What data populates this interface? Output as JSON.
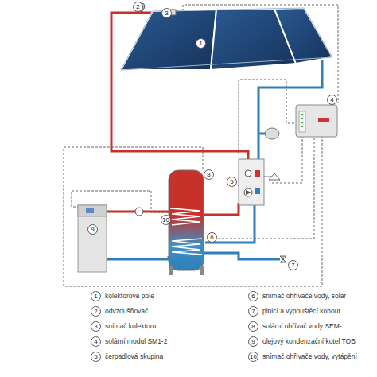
{
  "diagram": {
    "labels": [
      "1",
      "2",
      "3",
      "4",
      "5",
      "6",
      "7",
      "8",
      "9",
      "10",
      "1",
      "2",
      "3",
      "4",
      "5",
      "6",
      "7",
      "8",
      "9",
      "10"
    ],
    "legend": [
      {
        "text": "kolektorové pole"
      },
      {
        "text": "odvzdušňovač"
      },
      {
        "text": "snímač kolektoru"
      },
      {
        "text": "solární modul SM1-2"
      },
      {
        "text": "čerpadlová skupina"
      },
      {
        "text": "snímač ohřívače vody, solár"
      },
      {
        "text": "plnicí a vypouštěcí kohout"
      },
      {
        "text": "solární ohřívač vody SEM-..."
      },
      {
        "text": "olejový kondenzační kotel TOB"
      },
      {
        "text": "snímač ohřívače vody, vytápění"
      }
    ]
  }
}
